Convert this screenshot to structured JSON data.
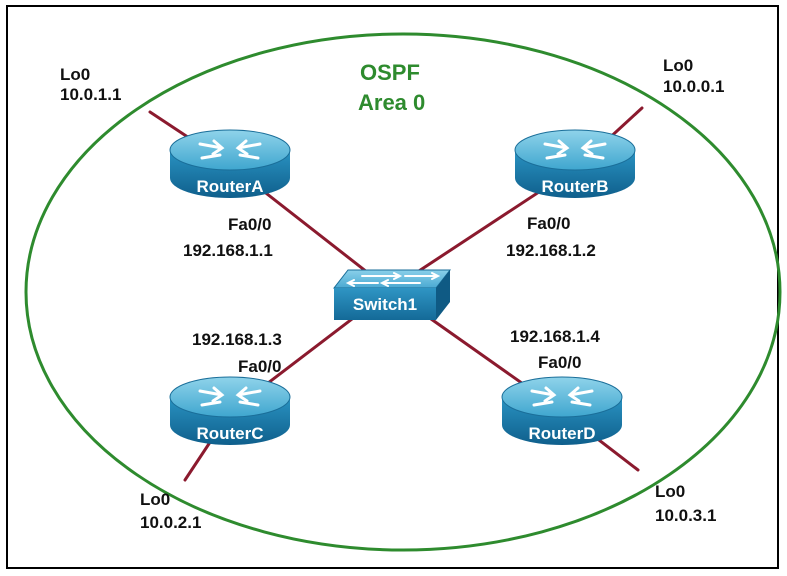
{
  "colors": {
    "area_ring": "#2e8b2e",
    "link": "#8b1a2e",
    "router_top": "#5bb8d6",
    "router_side": "#1a7fae",
    "switch_body": "#2d8fbf",
    "device_label": "#ffffff",
    "area_text": "#2e8b2e"
  },
  "area": {
    "line1": "OSPF",
    "line2": "Area 0"
  },
  "switch": {
    "name": "Switch1"
  },
  "routers": [
    {
      "id": "a",
      "name": "RouterA",
      "lo_name": "Lo0",
      "lo_ip": "10.0.1.1",
      "fa_name": "Fa0/0",
      "fa_ip": "192.168.1.1"
    },
    {
      "id": "b",
      "name": "RouterB",
      "lo_name": "Lo0",
      "lo_ip": "10.0.0.1",
      "fa_name": "Fa0/0",
      "fa_ip": "192.168.1.2"
    },
    {
      "id": "c",
      "name": "RouterC",
      "lo_name": "Lo0",
      "lo_ip": "10.0.2.1",
      "fa_name": "Fa0/0",
      "fa_ip": "192.168.1.3"
    },
    {
      "id": "d",
      "name": "RouterD",
      "lo_name": "Lo0",
      "lo_ip": "10.0.3.1",
      "fa_name": "Fa0/0",
      "fa_ip": "192.168.1.4"
    }
  ]
}
